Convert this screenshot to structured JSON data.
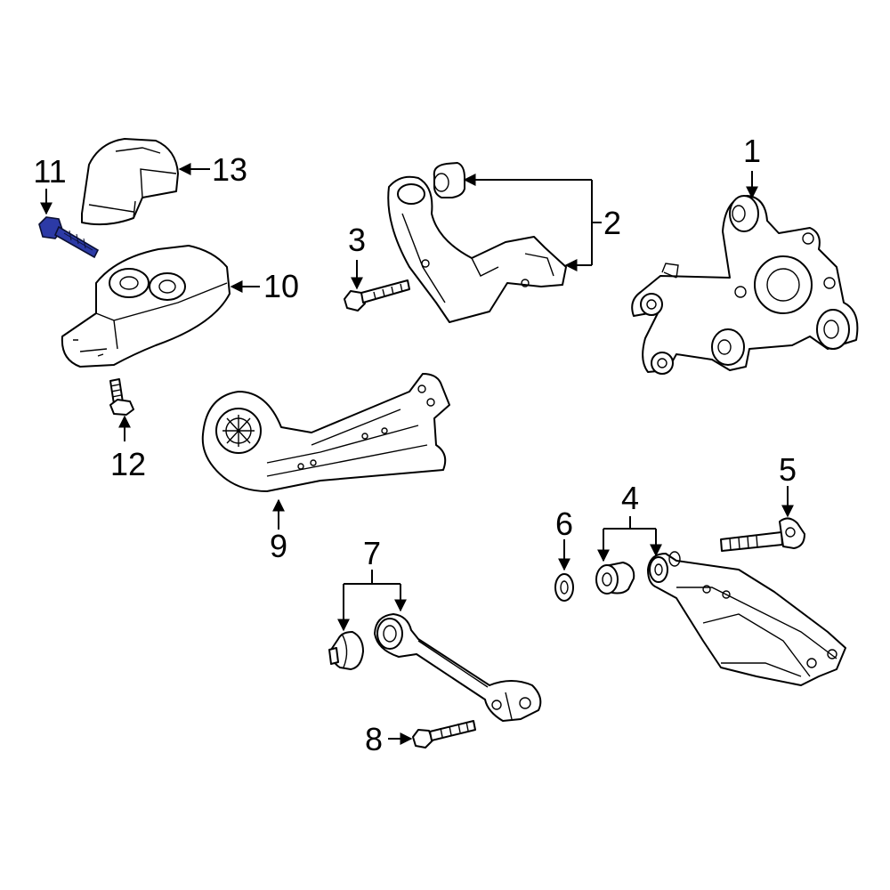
{
  "callouts": {
    "c1": "1",
    "c2": "2",
    "c3": "3",
    "c4": "4",
    "c5": "5",
    "c6": "6",
    "c7": "7",
    "c8": "8",
    "c9": "9",
    "c10": "10",
    "c11": "11",
    "c12": "12",
    "c13": "13"
  },
  "highlight_color": "#2c3aa6",
  "highlighted_part": "11"
}
